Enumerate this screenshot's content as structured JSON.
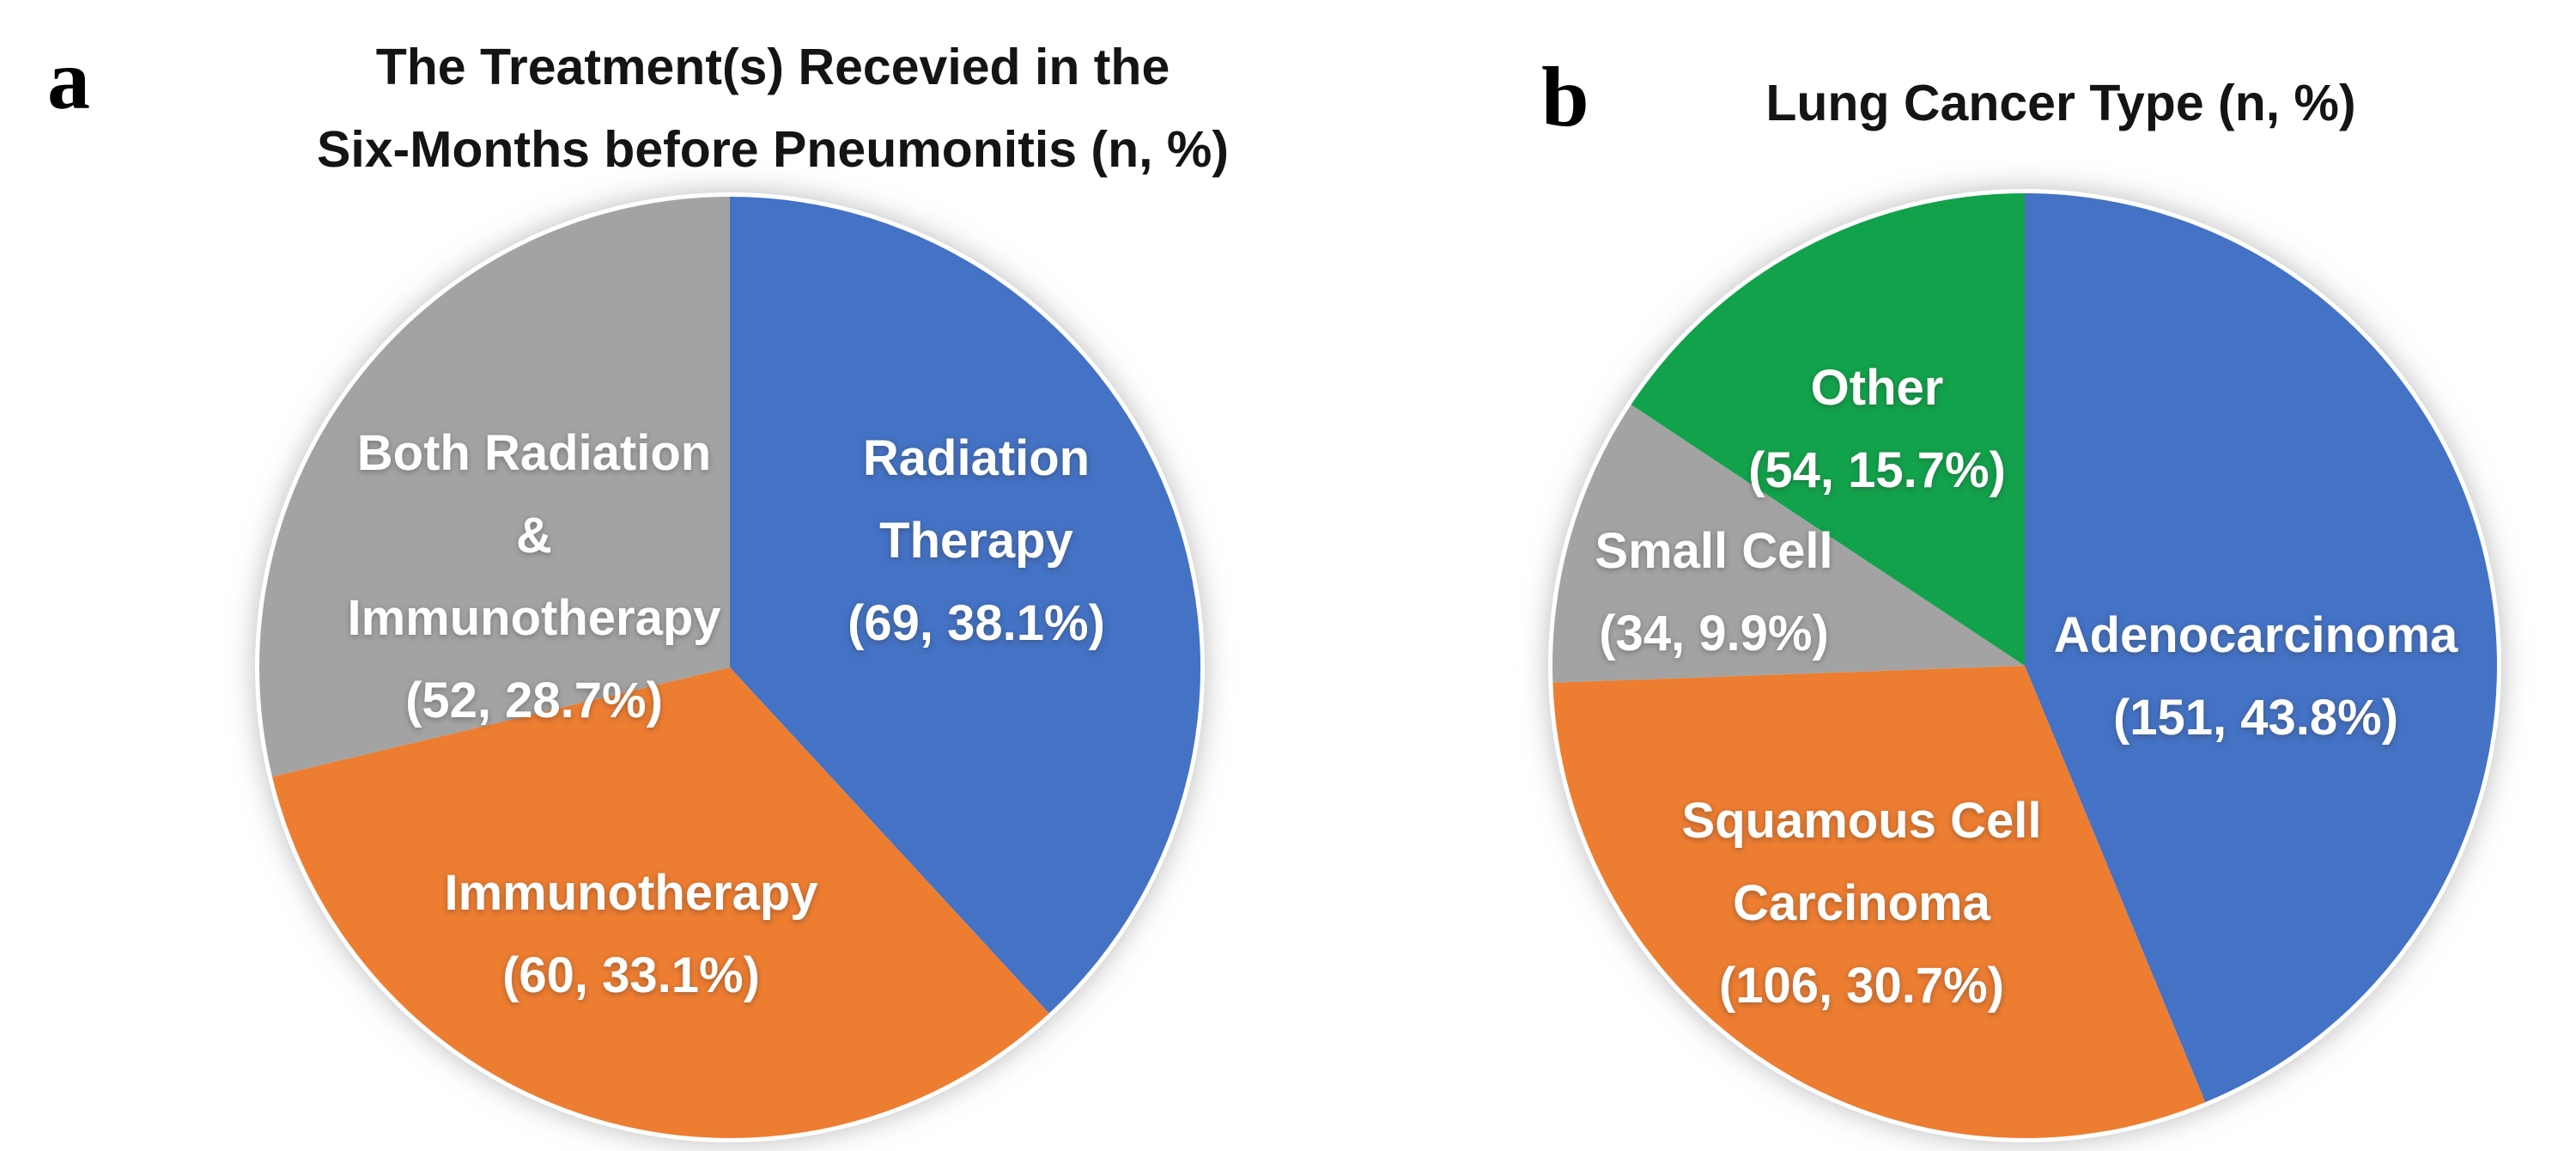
{
  "figure": {
    "background": "#FFFFFF",
    "text_on_slices": "#FFFFFF",
    "title_color": "#141414"
  },
  "chart_data": [
    {
      "panel_label": "a",
      "type": "pie",
      "title": "The Treatment(s) Recevied in the Six-Months before Pneumonitis (n, %)",
      "title_lines": [
        "The Treatment(s) Recevied in the",
        "Six-Months before Pneumonitis (n, %)"
      ],
      "start_angle_deg": 0,
      "direction": "clockwise",
      "legend": "none",
      "slices": [
        {
          "name": "Radiation Therapy",
          "n": 69,
          "percent": 38.1,
          "color": "#4472C4",
          "label_lines": [
            "Radiation",
            "Therapy"
          ],
          "value_text": "(69, 38.1%)"
        },
        {
          "name": "Immunotherapy",
          "n": 60,
          "percent": 33.1,
          "color": "#ED7D31",
          "label_lines": [
            "Immunotherapy"
          ],
          "value_text": "(60, 33.1%)"
        },
        {
          "name": "Both Radiation & Immunotherapy",
          "n": 52,
          "percent": 28.7,
          "color": "#A3A3A3",
          "label_lines": [
            "Both Radiation",
            "&",
            "Immunotherapy"
          ],
          "value_text": "(52, 28.7%)"
        }
      ]
    },
    {
      "panel_label": "b",
      "type": "pie",
      "title": "Lung Cancer Type (n, %)",
      "title_lines": [
        "Lung Cancer Type (n, %)"
      ],
      "start_angle_deg": 0,
      "direction": "clockwise",
      "legend": "none",
      "slices": [
        {
          "name": "Adenocarcinoma",
          "n": 151,
          "percent": 43.8,
          "color": "#4472C4",
          "label_lines": [
            "Adenocarcinoma"
          ],
          "value_text": "(151, 43.8%)"
        },
        {
          "name": "Squamous Cell Carcinoma",
          "n": 106,
          "percent": 30.7,
          "color": "#ED7D31",
          "label_lines": [
            "Squamous Cell",
            "Carcinoma"
          ],
          "value_text": "(106, 30.7%)"
        },
        {
          "name": "Small Cell",
          "n": 34,
          "percent": 9.9,
          "color": "#A3A3A3",
          "label_lines": [
            "Small Cell"
          ],
          "value_text": "(34, 9.9%)"
        },
        {
          "name": "Other",
          "n": 54,
          "percent": 15.7,
          "color": "#12A24B",
          "label_lines": [
            "Other"
          ],
          "value_text": "(54, 15.7%)"
        }
      ]
    }
  ]
}
